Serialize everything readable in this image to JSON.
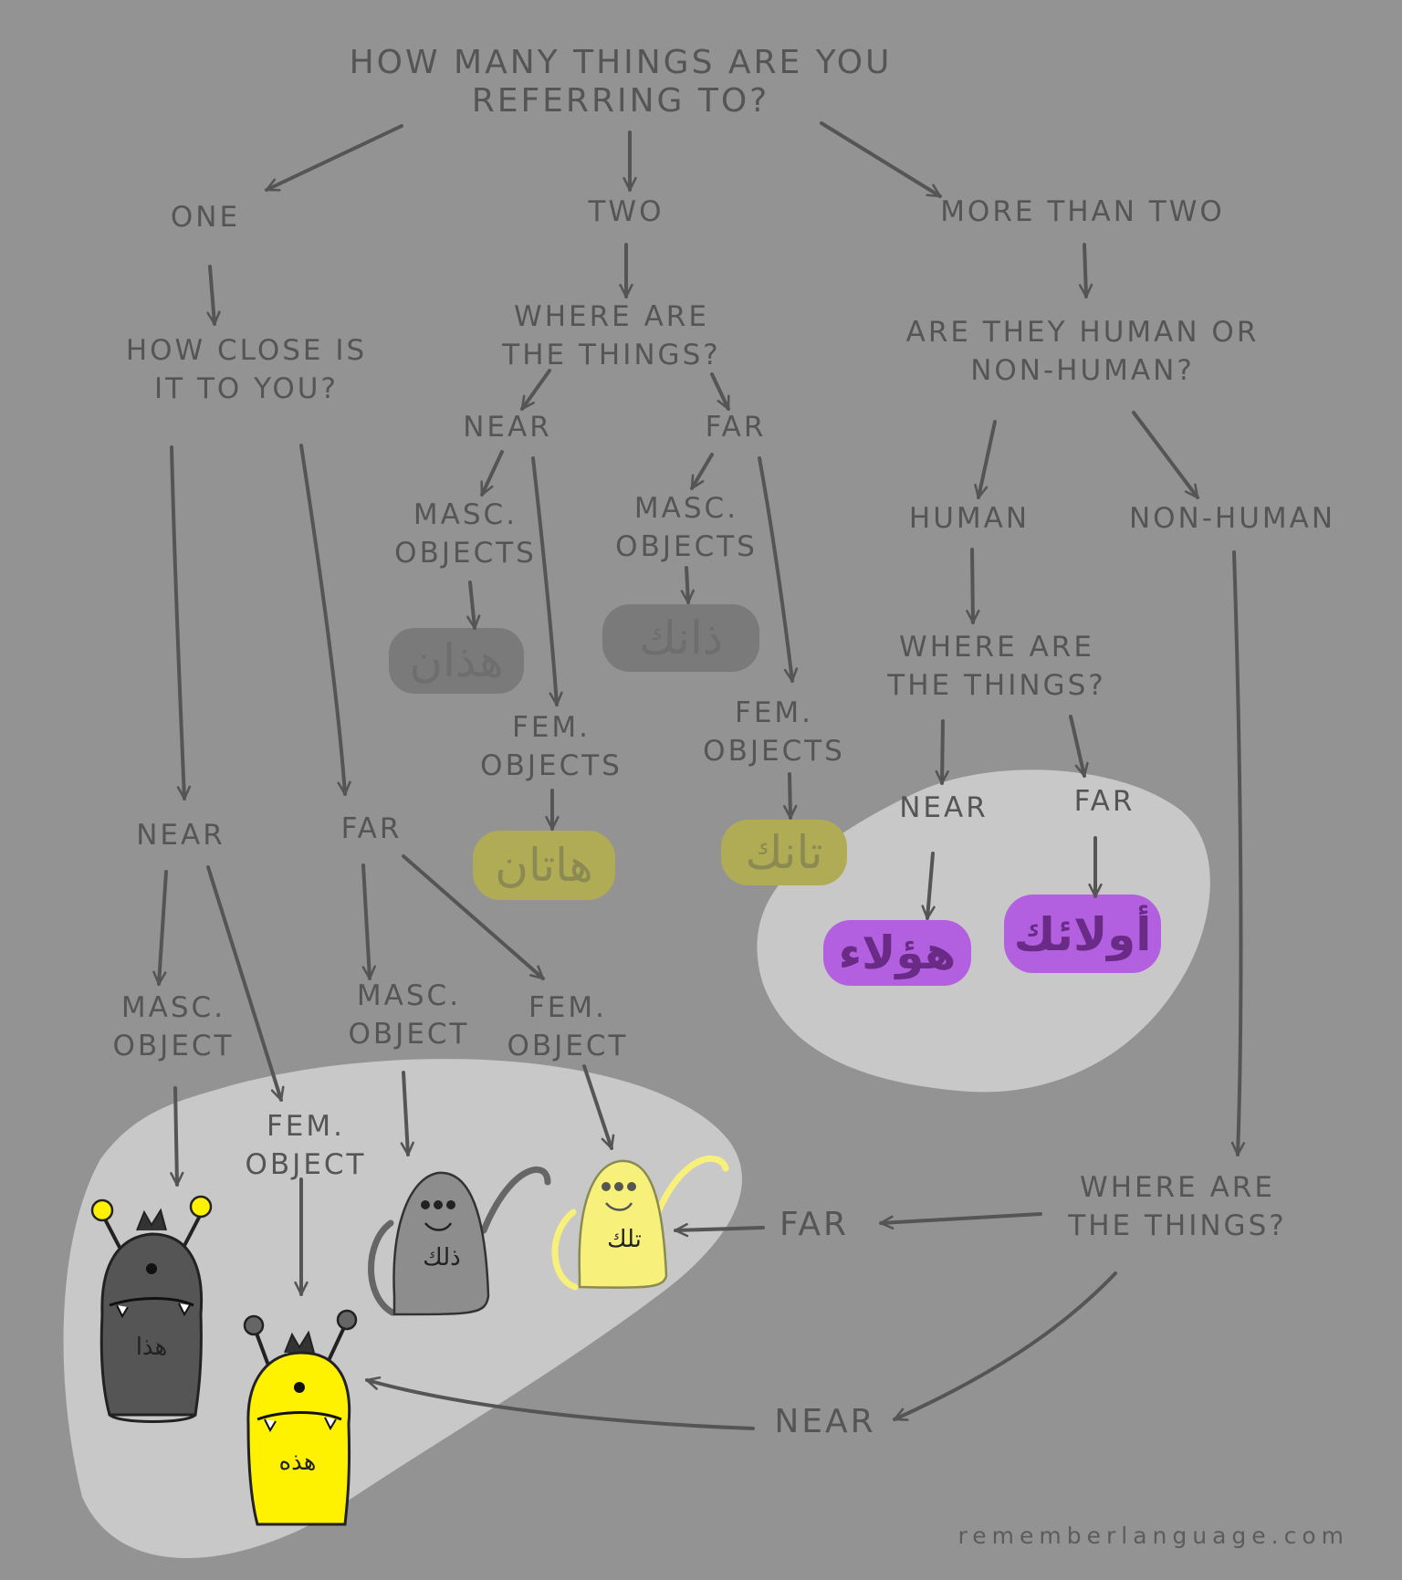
{
  "question": "HOW MANY THINGS ARE YOU\nREFERRING TO?",
  "branches": {
    "one": {
      "label": "ONE",
      "question": "HOW CLOSE IS\nIT TO YOU?",
      "near": "NEAR",
      "far": "FAR",
      "near_masc": "MASC.\nOBJECT",
      "near_fem": "FEM.\nOBJECT",
      "far_masc": "MASC.\nOBJECT",
      "far_fem": "FEM.\nOBJECT",
      "word_near_masc": "هذا",
      "word_near_fem": "هذه",
      "word_far_masc": "ذلك",
      "word_far_fem": "تلك"
    },
    "two": {
      "label": "TWO",
      "question": "WHERE ARE\nTHE THINGS?",
      "near": "NEAR",
      "far": "FAR",
      "near_masc": "MASC.\nOBJECTS",
      "near_fem": "FEM.\nOBJECTS",
      "far_masc": "MASC.\nOBJECTS",
      "far_fem": "FEM.\nOBJECTS",
      "word_near_masc": "هذان",
      "word_near_fem": "هاتان",
      "word_far_masc": "ذانك",
      "word_far_fem": "تانك"
    },
    "more": {
      "label": "MORE THAN TWO",
      "question": "ARE THEY HUMAN OR\nNON-HUMAN?",
      "human": "HUMAN",
      "nonhuman": "NON-HUMAN",
      "human_question": "WHERE ARE\nTHE THINGS?",
      "human_near": "NEAR",
      "human_far": "FAR",
      "word_near": "هؤلاء",
      "word_far": "أولائك",
      "nonhuman_question": "WHERE ARE\nTHE THINGS?",
      "nonhuman_far": "FAR",
      "nonhuman_near": "NEAR"
    }
  },
  "footer": "rememberlanguage.com",
  "colors": {
    "background": "#939393",
    "ink": "#555555",
    "bubble": "#c8c8c8",
    "masc_highlight": "#7a7a7a",
    "fem_highlight": "#b0ab55",
    "plural_highlight": "#b25fe0",
    "monster_dark": "#555555",
    "monster_yellow": "#fff200",
    "monster_gray": "#8d8d8d",
    "monster_pale_yellow": "#f7f07a"
  }
}
